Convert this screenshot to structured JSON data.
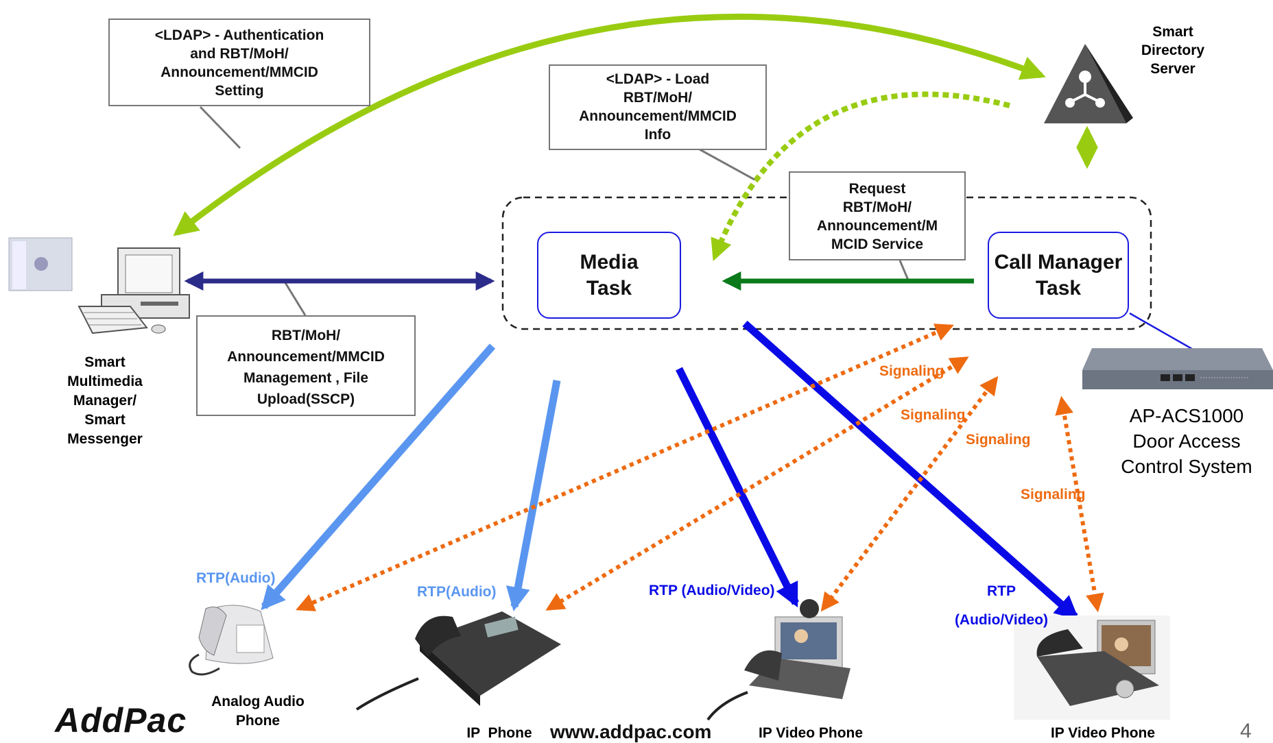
{
  "boxes": {
    "ldap_auth": "<LDAP> - Authentication\nand RBT/MoH/\nAnnouncement/MMCID\nSetting",
    "ldap_load": "<LDAP> - Load\nRBT/MoH/\nAnnouncement/MMCID\nInfo",
    "request_service": "Request\nRBT/MoH/\nAnnouncement/M\nMCID Service",
    "management": "RBT/MoH/\nAnnouncement/MMCID\nManagement , File\nUpload(SSCP)"
  },
  "tasks": {
    "media": "Media\nTask",
    "call_manager": "Call Manager\nTask"
  },
  "devices": {
    "smart_directory_server": "Smart\nDirectory\nServer",
    "smart_manager": "Smart\nMultimedia\nManager/\nSmart\nMessenger",
    "acs": "AP-ACS1000\nDoor Access\nControl System",
    "analog_phone": "Analog Audio\nPhone",
    "ip_phone": "IP  Phone",
    "ip_video_phone_1": "IP Video Phone",
    "ip_video_phone_2": "IP Video Phone"
  },
  "links": {
    "rtp_audio_1": "RTP(Audio)",
    "rtp_audio_2": "RTP(Audio)",
    "rtp_av_1": "RTP (Audio/Video)",
    "rtp_av_2": "RTP\n\n(Audio/Video)",
    "signaling_1": "Signaling",
    "signaling_2": "Signaling",
    "signaling_3": "Signaling",
    "signaling_4": "Signaling"
  },
  "footer": {
    "logo": "AddPac",
    "url": "www.addpac.com",
    "page_number": "4"
  },
  "colors": {
    "ldap_arrow": "#99cc11",
    "management_arrow": "#2b2b8a",
    "request_arrow": "#0a7a1a",
    "rtp_audio": "#5a96f0",
    "rtp_video": "#0a0ae6",
    "signaling": "#ee6a10",
    "task_border": "#1a1ae0"
  }
}
